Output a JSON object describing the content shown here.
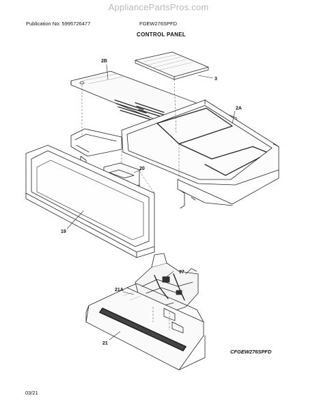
{
  "watermark": "AppliancePartsPros.com",
  "header": {
    "publication": "Publication No: 5995726477",
    "model": "FGEW276SPFD",
    "section_title": "CONTROL PANEL"
  },
  "callouts": {
    "p3": "3",
    "p2B": "2B",
    "p2A": "2A",
    "p20": "20",
    "p19": "19",
    "p97": "97",
    "p21A": "21A",
    "p21": "21"
  },
  "footer": {
    "model_code": "CFGEW276SPFD",
    "date": "03/21"
  }
}
